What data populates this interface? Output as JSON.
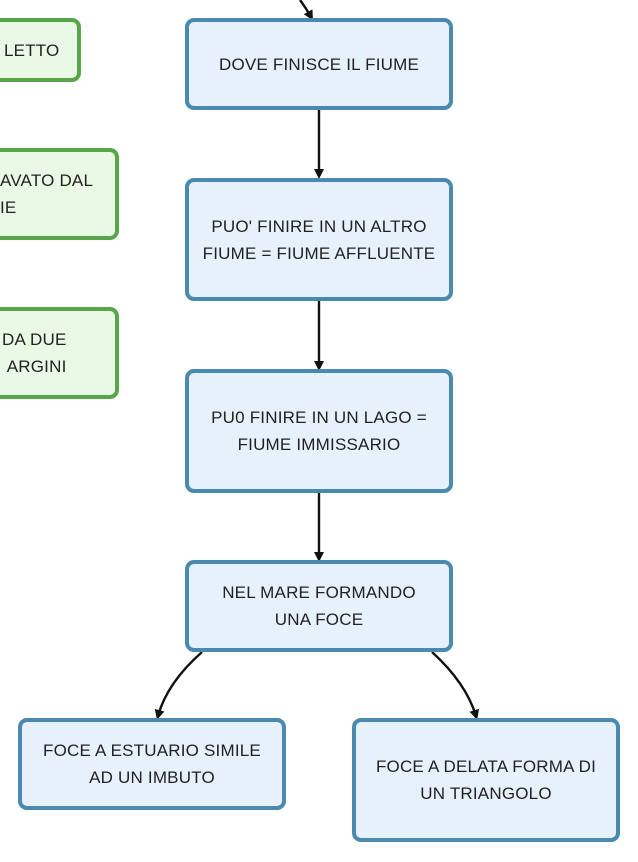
{
  "colors": {
    "blue_fill": "#e6f1fb",
    "blue_border": "#4a8ab1",
    "green_fill": "#e9f9e5",
    "green_border": "#58a64a",
    "arrow": "#111111"
  },
  "side_nodes": [
    {
      "text": "LETTO"
    },
    {
      "text": "AVATO DAL\nIE"
    },
    {
      "text": "DA DUE\nARGINI"
    }
  ],
  "main_nodes": [
    {
      "text": "DOVE FINISCE IL FIUME"
    },
    {
      "text": "PUO' FINIRE IN UN ALTRO FIUME = FIUME AFFLUENTE"
    },
    {
      "text": "PU0 FINIRE IN UN LAGO = FIUME IMMISSARIO"
    },
    {
      "text": "NEL MARE FORMANDO UNA FOCE"
    }
  ],
  "leaf_nodes": [
    {
      "text": "FOCE A ESTUARIO SIMILE AD UN IMBUTO"
    },
    {
      "text": "FOCE A DELATA FORMA DI UN TRIANGOLO"
    }
  ]
}
